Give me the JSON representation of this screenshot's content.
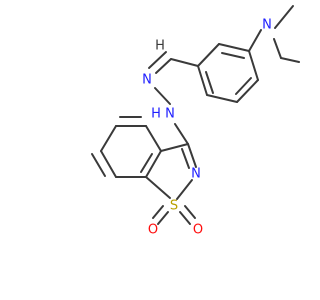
{
  "molecule": {
    "atoms": {
      "n_diethyl": {
        "symbol": "N",
        "color": "#2020ff"
      },
      "n_imine": {
        "symbol": "N",
        "color": "#2020ff"
      },
      "nh": {
        "symbol": "N",
        "hydrogen": "H",
        "color": "#2020ff"
      },
      "n_ring": {
        "symbol": "N",
        "color": "#2020ff"
      },
      "s_ring": {
        "symbol": "S",
        "color": "#b8a000"
      },
      "o_left": {
        "symbol": "O",
        "color": "#ff0d0d"
      },
      "o_right": {
        "symbol": "O",
        "color": "#ff0d0d"
      },
      "imine_h": {
        "symbol": "H",
        "color": "#3a3a3a"
      }
    },
    "bond_color": "#3a3a3a"
  }
}
